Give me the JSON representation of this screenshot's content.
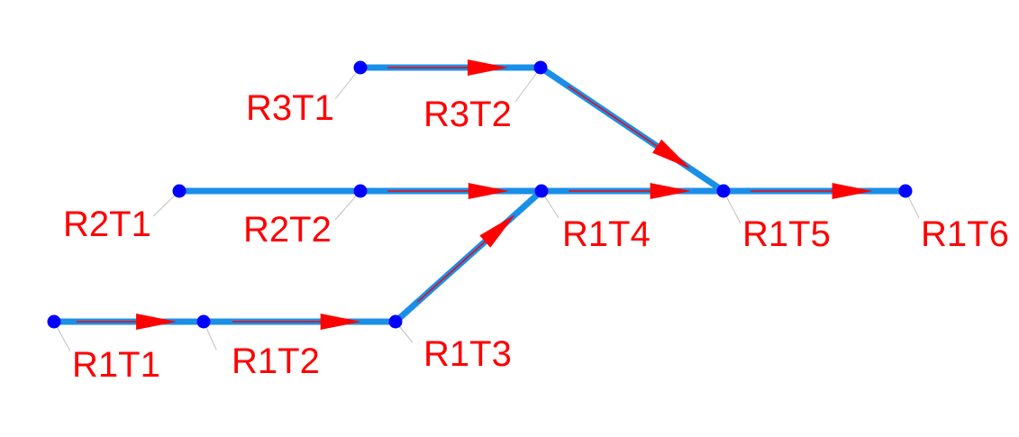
{
  "colors": {
    "segment": "#1a8fe8",
    "arrow": "#ff0000",
    "node": "#0000ff",
    "leader": "#c0c0c0",
    "label": "#ff0000",
    "background": "#ffffff"
  },
  "nodes": [
    {
      "id": "R3T1",
      "label": "R3T1"
    },
    {
      "id": "R3T2",
      "label": "R3T2"
    },
    {
      "id": "R2T1",
      "label": "R2T1"
    },
    {
      "id": "R2T2",
      "label": "R2T2"
    },
    {
      "id": "R1T4",
      "label": "R1T4"
    },
    {
      "id": "R1T5",
      "label": "R1T5"
    },
    {
      "id": "R1T6",
      "label": "R1T6"
    },
    {
      "id": "R1T1",
      "label": "R1T1"
    },
    {
      "id": "R1T2",
      "label": "R1T2"
    },
    {
      "id": "R1T3",
      "label": "R1T3"
    }
  ],
  "edges": [
    {
      "from": "R3T1",
      "to": "R3T2",
      "directed": true
    },
    {
      "from": "R3T2",
      "to": "R1T5",
      "directed": true
    },
    {
      "from": "R2T1",
      "to": "R2T2",
      "directed": false
    },
    {
      "from": "R2T2",
      "to": "R1T4",
      "directed": true
    },
    {
      "from": "R1T4",
      "to": "R1T5",
      "directed": true
    },
    {
      "from": "R1T5",
      "to": "R1T6",
      "directed": true
    },
    {
      "from": "R1T1",
      "to": "R1T2",
      "directed": true
    },
    {
      "from": "R1T2",
      "to": "R1T3",
      "directed": true
    },
    {
      "from": "R1T3",
      "to": "R1T4",
      "directed": true
    }
  ]
}
